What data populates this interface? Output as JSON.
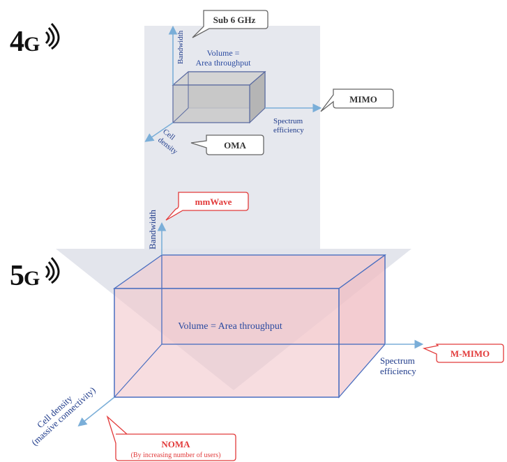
{
  "generations": {
    "g4": {
      "label": "4",
      "suffix": "G",
      "icon": "wifi-signal-icon"
    },
    "g5": {
      "label": "5",
      "suffix": "G",
      "icon": "wifi-signal-icon"
    }
  },
  "four_g": {
    "volume_line1": "Volume =",
    "volume_line2": "Area throughput",
    "axis_bandwidth": "Bandwidth",
    "axis_spectrum_line1": "Spectrum",
    "axis_spectrum_line2": "efficiency",
    "axis_cell_line1": "Cell",
    "axis_cell_line2": "density",
    "callout_top": "Sub 6 GHz",
    "callout_right": "MIMO",
    "callout_bottom": "OMA"
  },
  "five_g": {
    "volume": "Volume = Area throughput",
    "axis_bandwidth": "Bandwidth",
    "axis_spectrum_line1": "Spectrum",
    "axis_spectrum_line2": "efficiency",
    "axis_cell_line1": "Cell density",
    "axis_cell_line2": "(massive connectivity)",
    "callout_top": "mmWave",
    "callout_right": "M-MIMO",
    "callout_bottom_line1": "NOMA",
    "callout_bottom_line2": "(By increasing number of users)"
  },
  "colors": {
    "axis": "#7aaed8",
    "box_4g_edge": "#5a6aa0",
    "box_4g_fill": "#c9c9c9",
    "box_5g_edge": "#4a6fc0",
    "box_5g_fill": "#f2c6cc",
    "callout_gray": "#666666",
    "callout_red": "#e23a3a",
    "band": "#e6e8ee"
  }
}
